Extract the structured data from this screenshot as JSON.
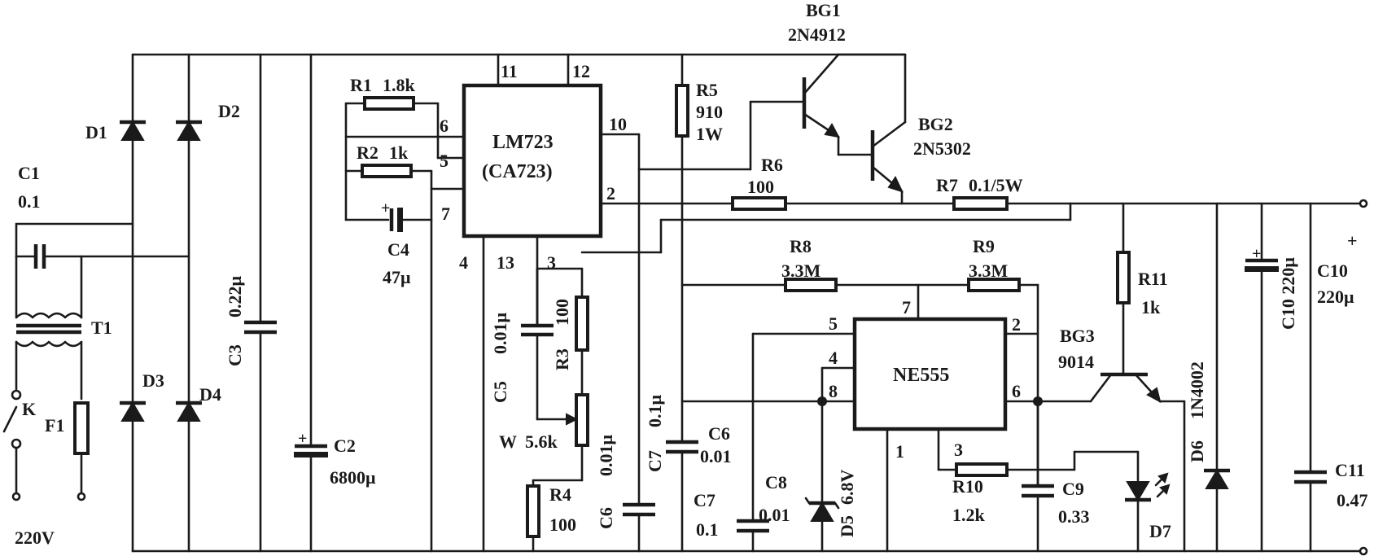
{
  "title": "",
  "components": {
    "C1": {
      "ref": "C1",
      "value": "0.1"
    },
    "D1": {
      "ref": "D1"
    },
    "D2": {
      "ref": "D2"
    },
    "D3": {
      "ref": "D3"
    },
    "D4": {
      "ref": "D4"
    },
    "T1": {
      "ref": "T1"
    },
    "K": {
      "ref": "K"
    },
    "F1": {
      "ref": "F1"
    },
    "supply": {
      "label": "220V"
    },
    "C3": {
      "ref": "C3",
      "value": "0.22μ"
    },
    "C2": {
      "ref": "C2",
      "value": "6800μ"
    },
    "R1": {
      "ref": "R1",
      "value": "1.8k"
    },
    "R2": {
      "ref": "R2",
      "value": "1k"
    },
    "C4": {
      "ref": "C4",
      "value": "47μ"
    },
    "U1": {
      "name": "LM723",
      "alt": "(CA723)",
      "pins": [
        "11",
        "12",
        "6",
        "5",
        "7",
        "10",
        "2",
        "4",
        "13",
        "3"
      ]
    },
    "C5": {
      "ref": "C5",
      "value": "0.01μ"
    },
    "R3": {
      "ref": "R3",
      "value": "100"
    },
    "W": {
      "ref": "W",
      "value": "5.6k"
    },
    "R4": {
      "ref": "R4",
      "value": "100"
    },
    "C6": {
      "ref": "C6",
      "value": "0.01μ"
    },
    "C6b": {
      "ref": "C6",
      "value": "0.01"
    },
    "R5": {
      "ref": "R5",
      "value": "910",
      "power": "1W"
    },
    "C7": {
      "ref": "C7",
      "value": "0.1μ"
    },
    "C7b": {
      "ref": "C7",
      "value": "0.1"
    },
    "BG1": {
      "ref": "BG1",
      "part": "2N4912"
    },
    "BG2": {
      "ref": "BG2",
      "part": "2N5302"
    },
    "R6": {
      "ref": "R6",
      "value": "100"
    },
    "R7": {
      "ref": "R7",
      "value": "0.1/5W"
    },
    "R8": {
      "ref": "R8",
      "value": "3.3M"
    },
    "R9": {
      "ref": "R9",
      "value": "3.3M"
    },
    "U2": {
      "name": "NE555",
      "pins": [
        "7",
        "5",
        "4",
        "8",
        "2",
        "6",
        "1",
        "3"
      ]
    },
    "C8": {
      "ref": "C8",
      "value": "0.01"
    },
    "D5": {
      "ref": "D5",
      "value": "6.8V"
    },
    "R10": {
      "ref": "R10",
      "value": "1.2k"
    },
    "C9": {
      "ref": "C9",
      "value": "0.33"
    },
    "D7": {
      "ref": "D7"
    },
    "R11": {
      "ref": "R11",
      "value": "1k"
    },
    "BG3": {
      "ref": "BG3",
      "part": "9014"
    },
    "D6": {
      "ref": "D6",
      "part": "1N4002"
    },
    "C10": {
      "ref": "C10",
      "value": "220μ",
      "value_vertical": "C10 220μ"
    },
    "C11": {
      "ref": "C11",
      "value": "0.47"
    },
    "output": {
      "plus": "+"
    }
  }
}
